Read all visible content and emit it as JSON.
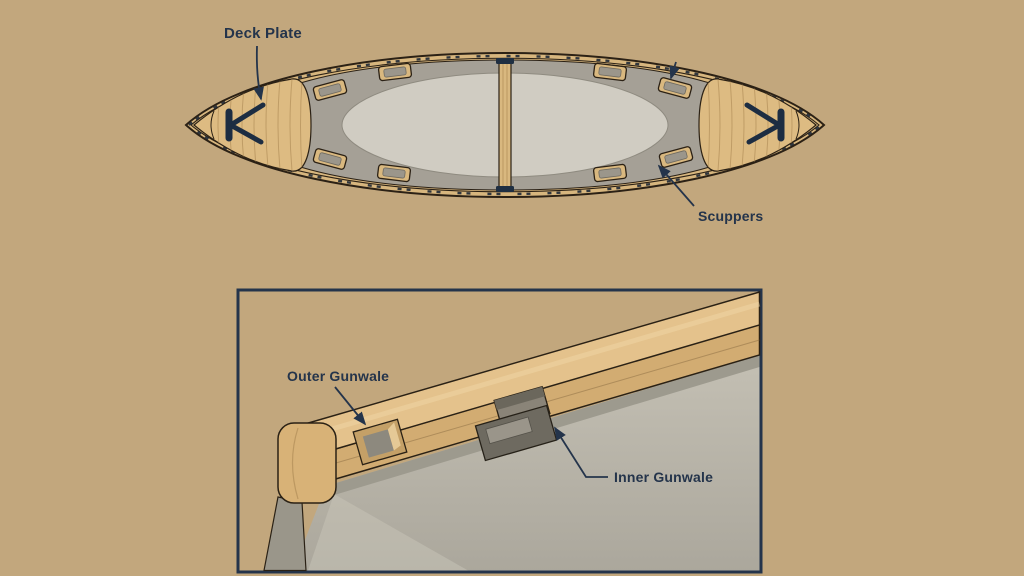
{
  "figure": {
    "type": "canoe-anatomy-diagram",
    "top_view": {
      "labels": {
        "deck_plate": "Deck Plate",
        "scuppers": "Scuppers"
      }
    },
    "inset": {
      "labels": {
        "outer_gunwale": "Outer Gunwale",
        "inner_gunwale": "Inner Gunwale"
      }
    }
  },
  "colors": {
    "background": "#c2a77d",
    "wood_light": "#e4c28c",
    "wood_mid": "#d2ac72",
    "wood_rim": "#d7b67e",
    "gunwale_gray_band": "#a5a096",
    "hull_floor": "#d0ccc2",
    "inset_hull_gray": "#b4b0a5",
    "outline_dark": "#2b2115",
    "annotation_navy": "#24344b",
    "frame_border": "#24344b"
  }
}
